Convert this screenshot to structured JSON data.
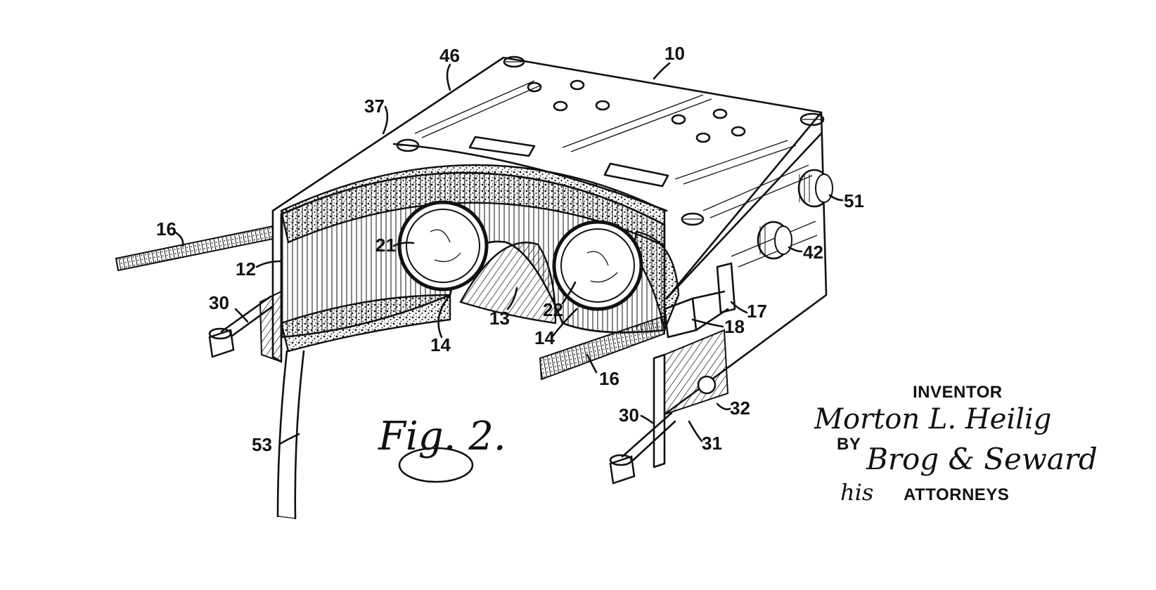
{
  "reference_numerals": {
    "n10": "10",
    "n12": "12",
    "n13": "13",
    "n14a": "14",
    "n14b": "14",
    "n16a": "16",
    "n16b": "16",
    "n17": "17",
    "n18": "18",
    "n21": "21",
    "n22": "22",
    "n30a": "30",
    "n30b": "30",
    "n31": "31",
    "n32": "32",
    "n37": "37",
    "n42": "42",
    "n46": "46",
    "n51": "51",
    "n53": "53"
  },
  "figure_label": "Fig. 2.",
  "inventor_block": {
    "inventor_label": "INVENTOR",
    "inventor_signature": "Morton L. Heilig",
    "by_label": "BY",
    "attorney_signature": "Brog & Seward",
    "his_word": "his",
    "attorneys_label": "ATTORNEYS"
  },
  "colors": {
    "ink": "#111111",
    "paper": "#ffffff"
  }
}
